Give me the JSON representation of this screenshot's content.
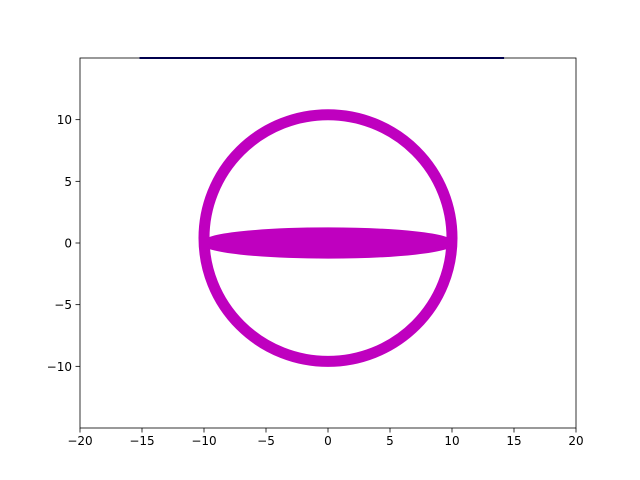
{
  "chart_data": {
    "type": "line",
    "title": "",
    "xlabel": "",
    "ylabel": "",
    "xlim": [
      -20,
      20
    ],
    "ylim": [
      -15,
      15
    ],
    "grid": false,
    "legend": "none",
    "x_ticks": [
      -20,
      -15,
      -10,
      -5,
      0,
      5,
      10,
      15,
      20
    ],
    "y_ticks": [
      -10,
      -5,
      0,
      5,
      10
    ],
    "x_tick_labels": [
      "−20",
      "−15",
      "−10",
      "−5",
      "0",
      "5",
      "10",
      "15",
      "20"
    ],
    "y_tick_labels": [
      "−10",
      "−5",
      "0",
      "5",
      "10"
    ],
    "series": [
      {
        "kind": "circle",
        "center": [
          0,
          0.4
        ],
        "radius": 10,
        "color": "#bf00bf"
      },
      {
        "kind": "ellipse",
        "center": [
          0,
          0
        ],
        "semi_axis_x": 10,
        "semi_axis_y": 1.1,
        "color": "#bf00bf"
      },
      {
        "kind": "hline",
        "y": 15,
        "x_range": [
          -15.2,
          14.2
        ],
        "color": "#000080"
      }
    ]
  }
}
